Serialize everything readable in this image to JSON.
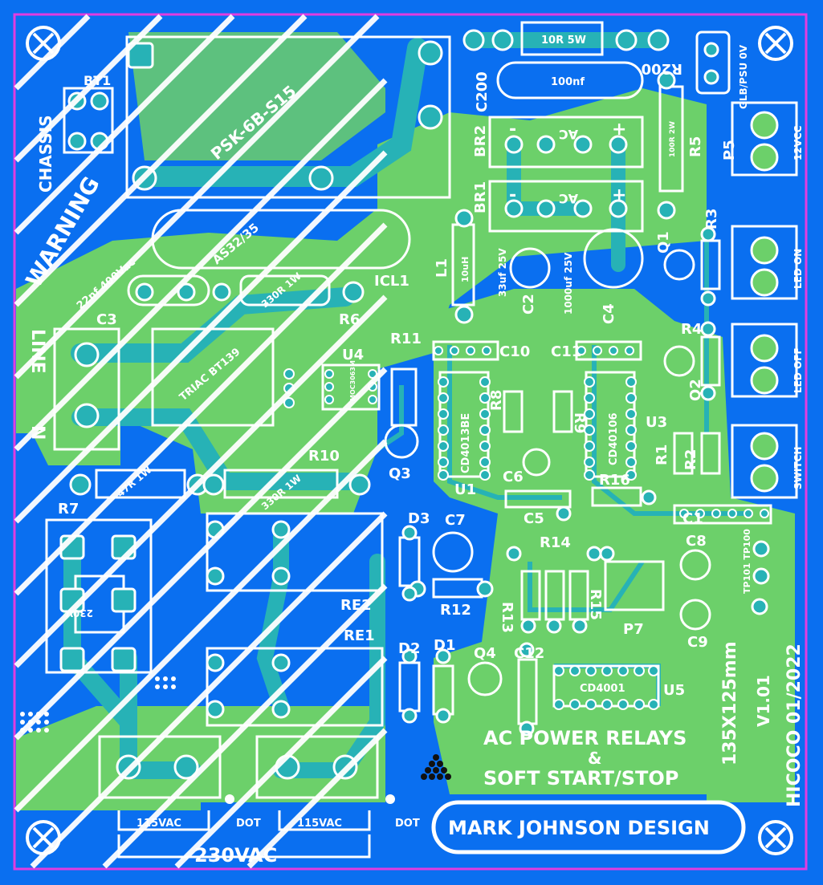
{
  "board": {
    "colors": {
      "copper": "#0a6ff0",
      "pour": "#6cd06a",
      "pad": "#27b2b6",
      "silk": "#ffffff",
      "outline": "#e23ce0"
    },
    "labels": {
      "bt1": "BT1",
      "chassis": "CHASSIS",
      "psk": "PSK-6B-S15",
      "warning": "WARNING",
      "line": "LINE",
      "n": "N",
      "c3": "C3",
      "c3_val": "22nf 400Vac",
      "as": "AS32/35",
      "r6_val": "330R 1W",
      "icl1": "ICL1",
      "r6": "R6",
      "triac": "TRIAC BT139",
      "u4": "U4",
      "u4_chip": "MOC3063M",
      "r11": "R11",
      "r10": "R10",
      "r10_val": "330R 1W",
      "r7": "R7",
      "r7_val": "47R 1W",
      "v230": "230V",
      "re2": "RE2",
      "re1": "RE1",
      "d3": "D3",
      "c7": "C7",
      "r12": "R12",
      "d2": "D2",
      "d1": "D1",
      "q4": "Q4",
      "c12": "C12",
      "u5": "U5",
      "u5_chip": "CD4001",
      "q3": "Q3",
      "r10r": "10R 5W",
      "r200": "R200",
      "c200": "C200",
      "c200_val": "100nf",
      "br2": "BR2",
      "br1": "BR1",
      "ac": "AC",
      "minus": "-",
      "plus": "+",
      "l1": "L1",
      "l1_val": "10uH",
      "c2": "C2",
      "c2_val": "33uf 25V",
      "c4": "C4",
      "c4_val": "1000uf 25V",
      "r5": "R5",
      "r5_val": "100R 2W",
      "p5": "P5",
      "glb": "GLB/PSU 0V",
      "v12": "12VCC",
      "led_on": "LED ON",
      "led_off": "LED OFF",
      "switch": "SWITCH",
      "q1": "Q1",
      "r3": "R3",
      "r4": "R4",
      "q2": "Q2",
      "r1": "R1",
      "r2": "R2",
      "c10": "C10",
      "c11": "C11",
      "u1": "U1",
      "u1_chip": "CD4013BE",
      "u3": "U3",
      "u3_chip": "CD40106",
      "r8": "R8",
      "r9": "R9",
      "c6": "C6",
      "c5": "C5",
      "r16": "R16",
      "c1": "C1",
      "c8": "C8",
      "r14": "R14",
      "r13": "R13",
      "r15": "R15",
      "p7": "P7",
      "c9": "C9",
      "tp": "TP101 TP100",
      "size": "135X125mm",
      "ver": "V1.01",
      "hicoco": "HICOCO 01/2022",
      "title1": "AC POWER RELAYS",
      "amp": "&",
      "title2": "SOFT START/STOP",
      "designer": "MARK JOHNSON DESIGN",
      "v115a": "115VAC",
      "v115b": "115VAC",
      "dot1": "DOT",
      "dot2": "DOT",
      "v230ac": "230VAC"
    }
  }
}
